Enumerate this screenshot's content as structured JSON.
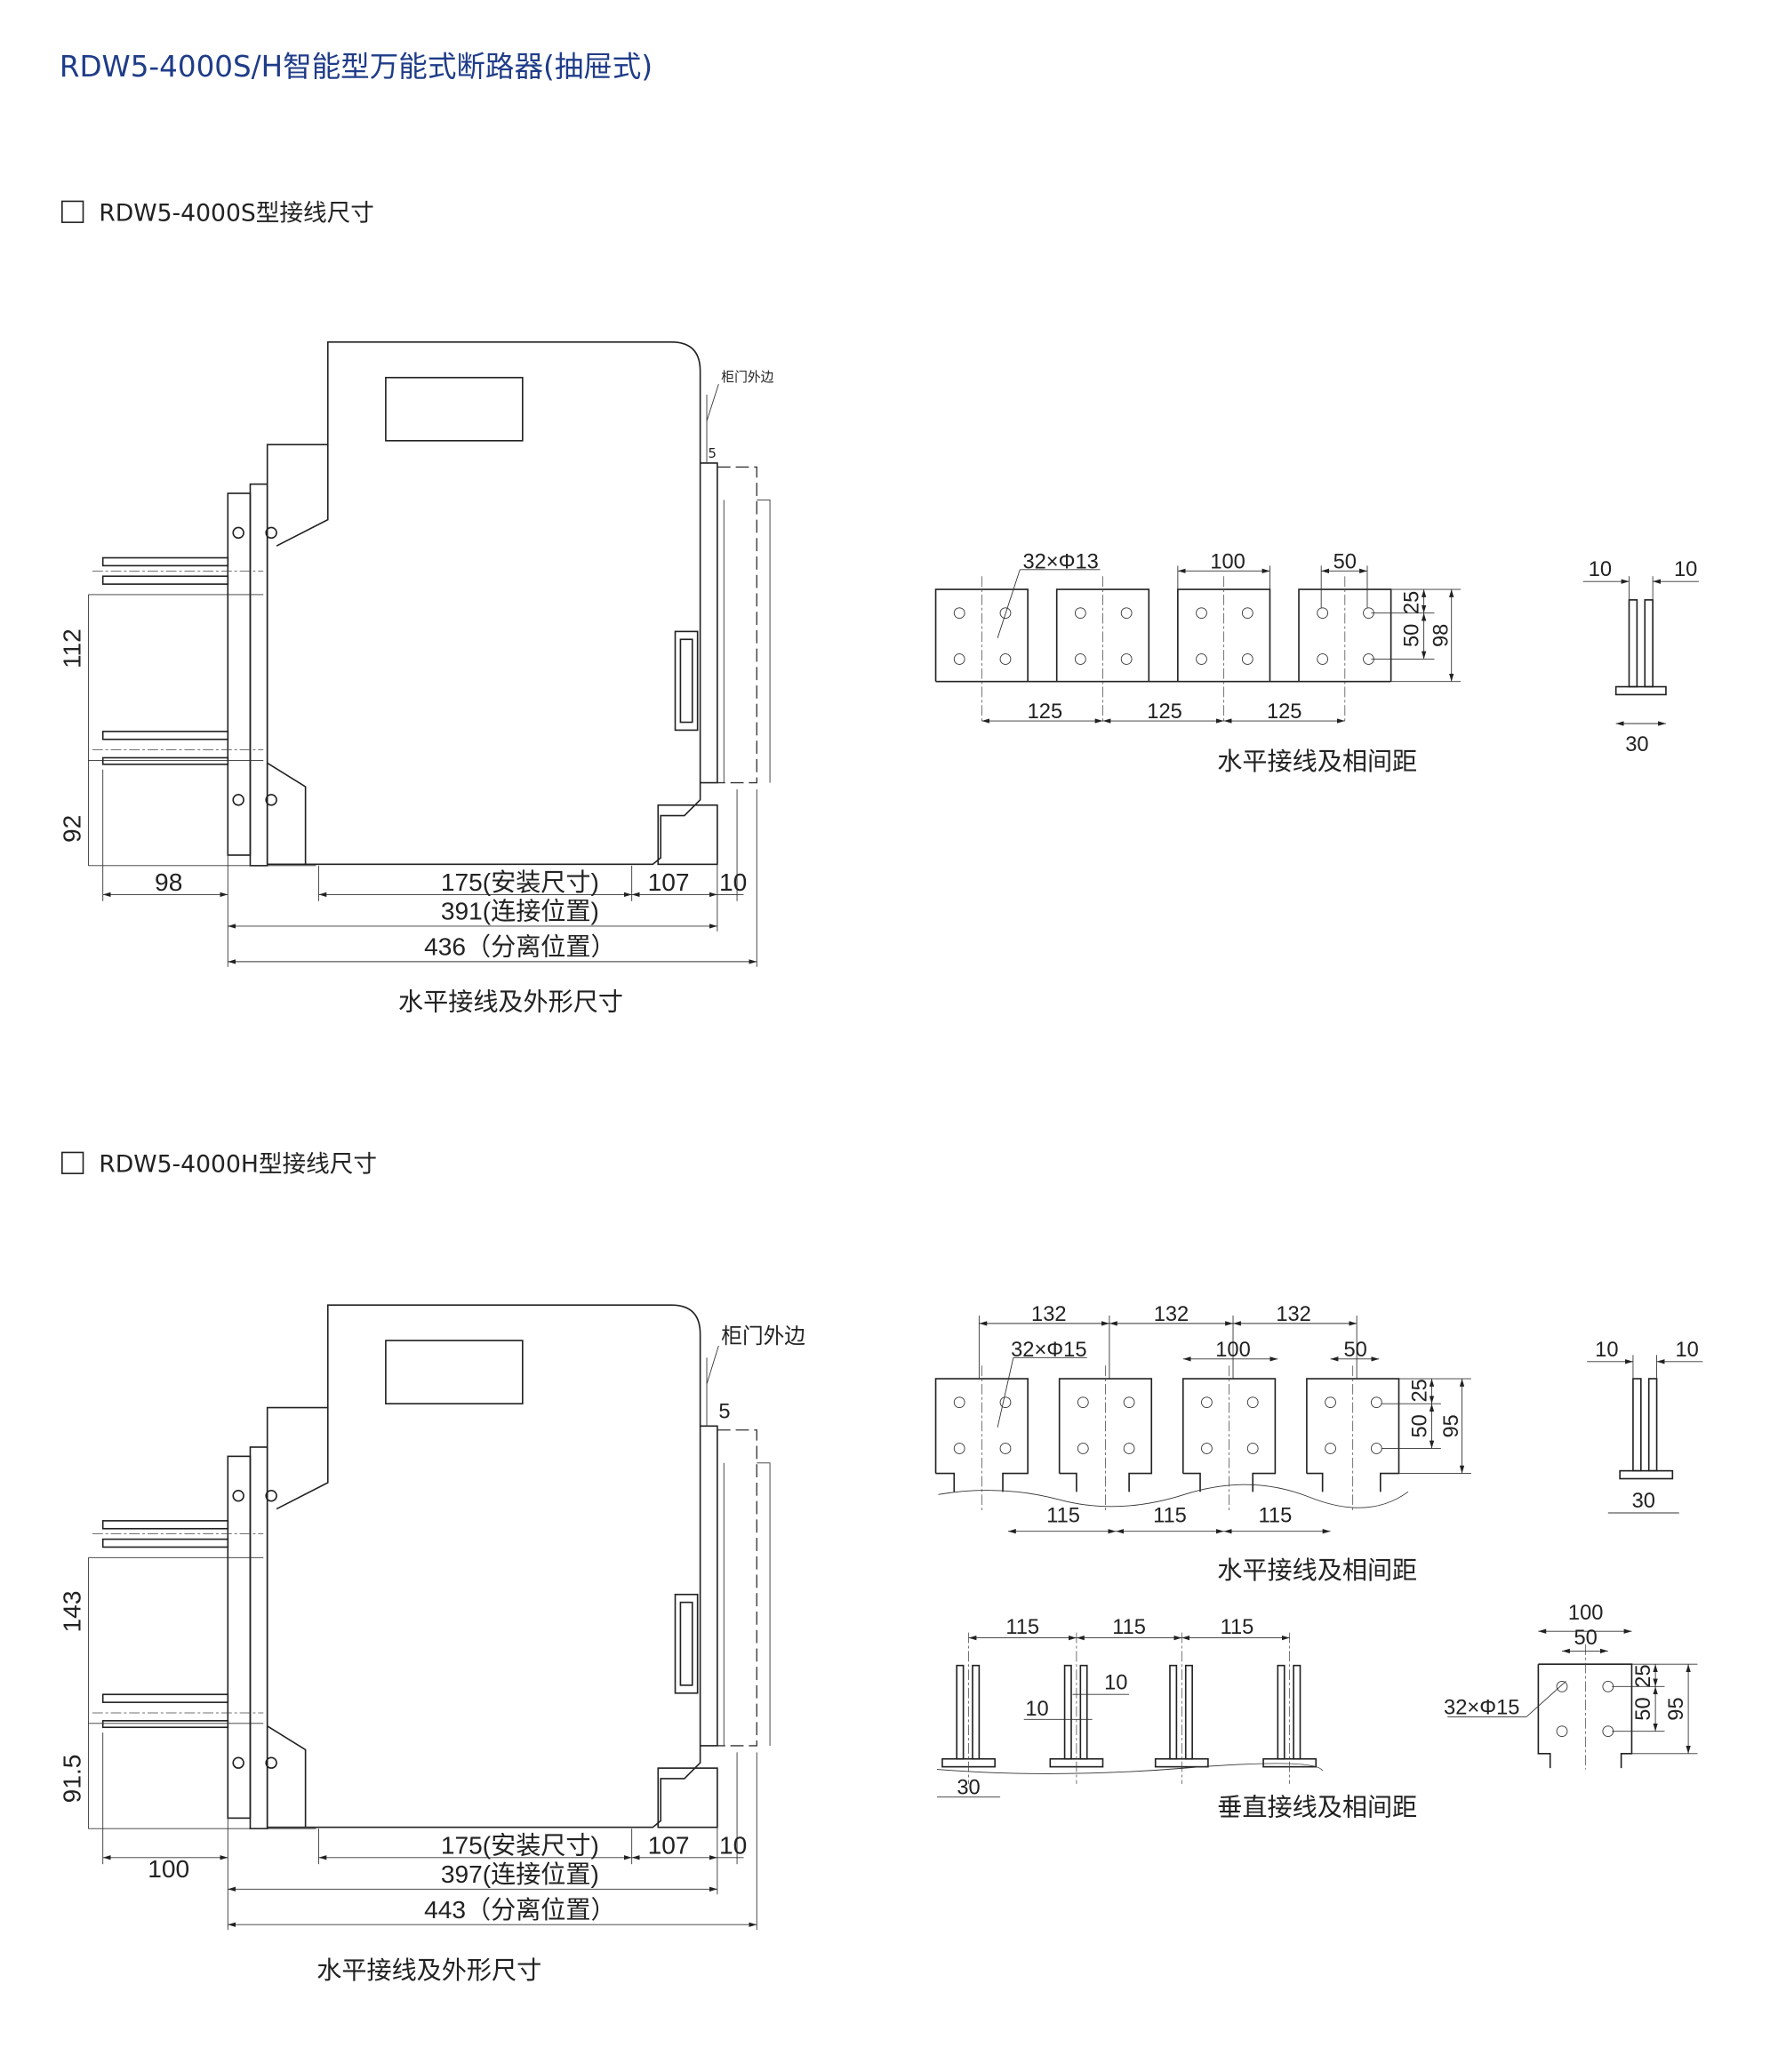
{
  "title": "RDW5-4000S/H智能型万能式断路器(抽屉式)",
  "section_s": {
    "heading": "RDW5-4000S型接线尺寸",
    "outline": {
      "cabinet_door_label": "柜门外边",
      "door_gap": "5",
      "dim_upper": "112",
      "dim_lower": "92",
      "dim_rear": "98",
      "dim_install": "175(安装尺寸)",
      "dim_front": "107",
      "dim_door": "10",
      "dim_connected": "391(连接位置)",
      "dim_isolated": "436（分离位置）",
      "caption": "水平接线及外形尺寸"
    },
    "busbar": {
      "holes": "32×Φ13",
      "width": "100",
      "hole_pitch": "50",
      "top_offset": "25",
      "hole_vpitch": "50",
      "height": "98",
      "phase_spacing": [
        "125",
        "125",
        "125"
      ],
      "caption": "水平接线及相间距",
      "side_left": "10",
      "side_right": "10",
      "side_base": "30"
    }
  },
  "section_h": {
    "heading": "RDW5-4000H型接线尺寸",
    "outline": {
      "cabinet_door_label": "柜门外边",
      "door_gap": "5",
      "dim_upper": "143",
      "dim_lower": "91.5",
      "dim_rear": "100",
      "dim_install": "175(安装尺寸)",
      "dim_front": "107",
      "dim_door": "10",
      "dim_connected": "397(连接位置)",
      "dim_isolated": "443（分离位置）",
      "caption": "水平接线及外形尺寸"
    },
    "busbar": {
      "top_spacing": [
        "132",
        "132",
        "132"
      ],
      "holes": "32×Φ15",
      "width": "100",
      "hole_pitch": "50",
      "top_offset": "25",
      "hole_vpitch": "50",
      "height": "95",
      "phase_spacing": [
        "115",
        "115",
        "115"
      ],
      "caption": "水平接线及相间距",
      "side_left": "10",
      "side_right": "10",
      "side_base": "30"
    },
    "vertical": {
      "phase_spacing": [
        "115",
        "115",
        "115"
      ],
      "bar_gap": "10",
      "bar_thick": "10",
      "base": "30",
      "caption": "垂直接线及相间距",
      "plate_width": "100",
      "plate_pitch": "50",
      "plate_holes": "32×Φ15",
      "plate_top": "25",
      "plate_vpitch": "50",
      "plate_height": "95"
    }
  }
}
